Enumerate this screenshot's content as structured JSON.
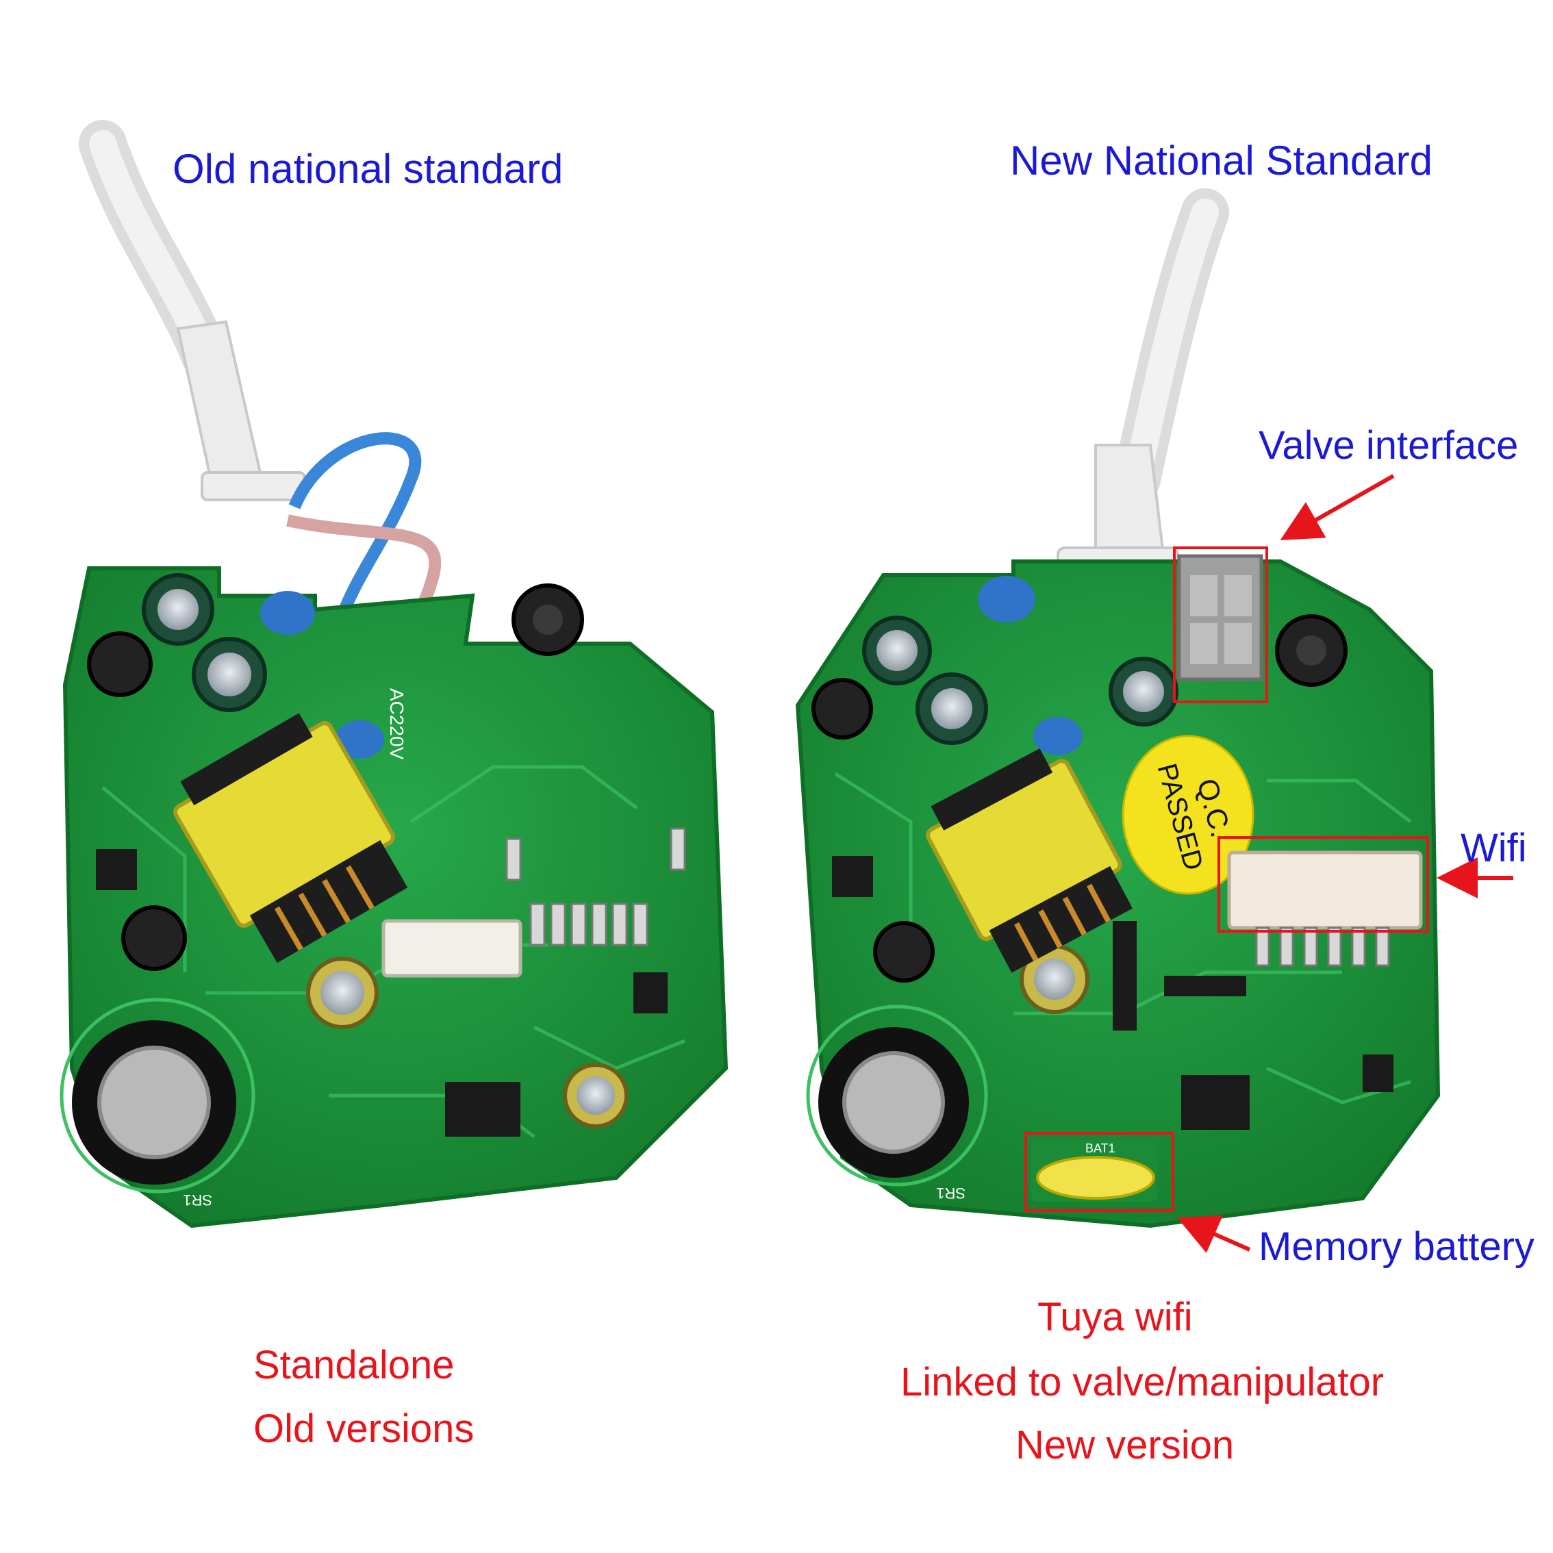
{
  "headings": {
    "left": "Old national standard",
    "right": "New National Standard"
  },
  "callouts": {
    "valve": "Valve interface",
    "wifi": "Wifi",
    "battery": "Memory battery"
  },
  "captions": {
    "left": [
      "Standalone",
      "Old versions"
    ],
    "right": [
      "Tuya wifi",
      "Linked to valve/manipulator",
      "New version"
    ]
  },
  "stamp": {
    "line1": "Q.C.",
    "line2": "PASSED"
  },
  "board_print": {
    "left_voltage": "AC220V",
    "left_sensor": "SR1",
    "right_sensor": "SR1",
    "right_battery": "BAT1"
  },
  "colors": {
    "label_blue": "#1a1ad6",
    "label_red": "#e8141b",
    "pcb_green": "#1f9a3c",
    "highlight_box": "#e8141b"
  }
}
